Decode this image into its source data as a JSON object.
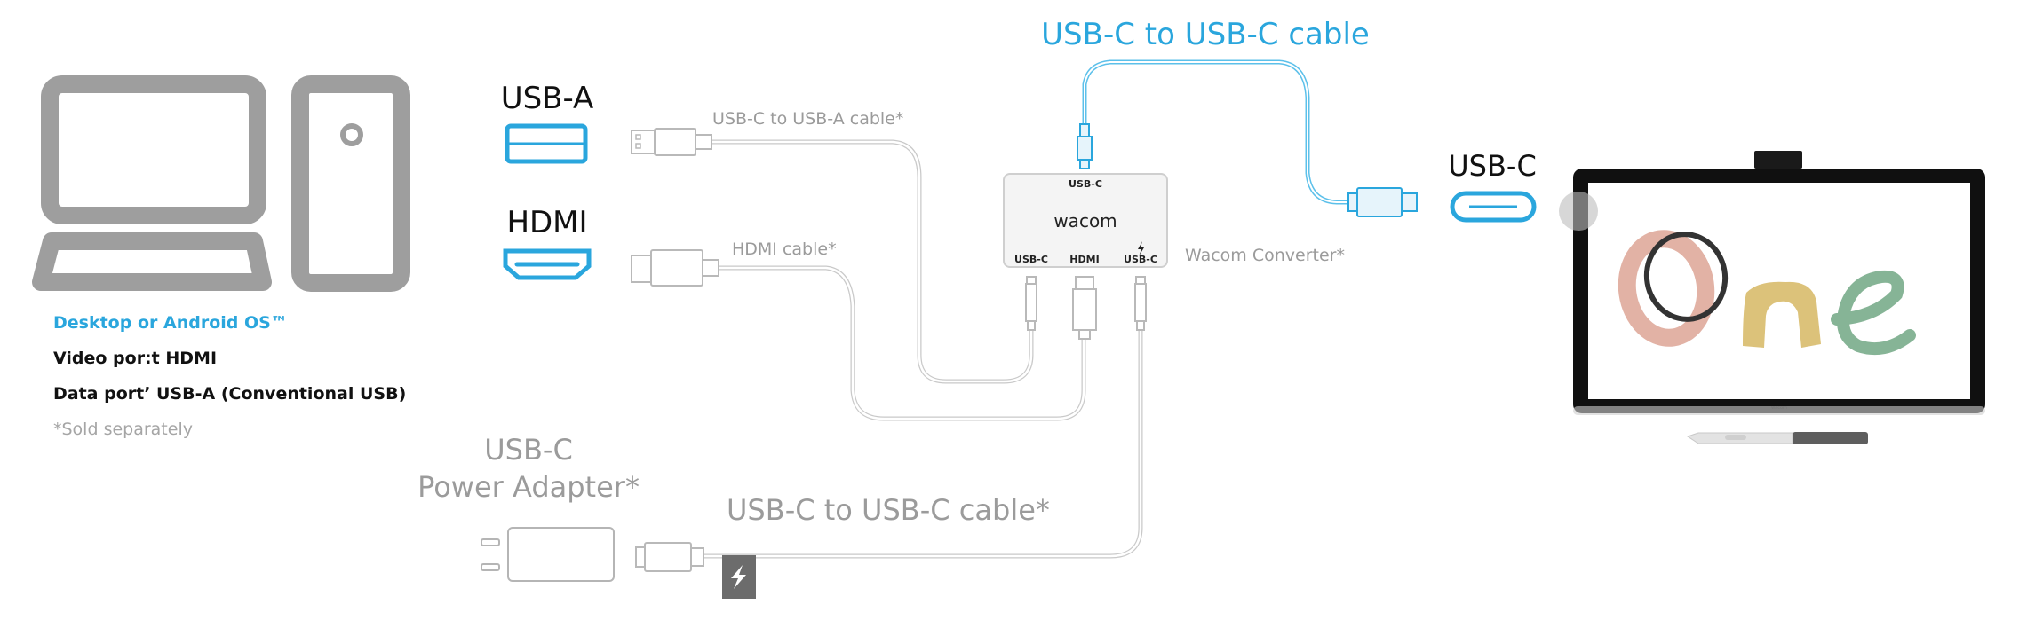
{
  "computer": {
    "icon": "desktop-computer-icon",
    "info": {
      "os": "Desktop or Android OS™",
      "video_port": "Video por:t HDMI",
      "data_port": "Data portʼ USB-A (Conventional USB)",
      "note": "*Sold separately"
    }
  },
  "ports": {
    "usb_a": {
      "label": "USB-A",
      "icon": "usb-a-port-icon"
    },
    "hdmi": {
      "label": "HDMI",
      "icon": "hdmi-port-icon"
    },
    "usb_c": {
      "label": "USB-C",
      "icon": "usb-c-port-icon"
    }
  },
  "cables": {
    "usb_c_to_usb_a": "USB-C to USB-A cable*",
    "hdmi": "HDMI cable*",
    "usb_c_to_usb_c_main": "USB-C to USB-C cable",
    "usb_c_to_usb_c_power": "USB-C to USB-C cable*"
  },
  "converter": {
    "name": "Wacom Converter*",
    "brand": "wacom",
    "top_port": "USB-C",
    "bottom_ports": [
      "USB-C",
      "HDMI",
      "USB-C"
    ],
    "power_symbol": "ϟ"
  },
  "power_adapter": {
    "line1": "USB-C",
    "line2": "Power Adapter*",
    "icon": "power-adapter-icon",
    "bolt_icon": "lightning-bolt-icon"
  },
  "tablet": {
    "screen_text": "One",
    "letter_colors": {
      "O": "#e2b2a5",
      "n": "#dcc27a",
      "e": "#86b496",
      "ring": "#333333"
    }
  },
  "colors": {
    "accent_blue": "#2aa6dd",
    "grey_text": "#9b9b9b",
    "icon_grey": "#9e9e9e"
  }
}
